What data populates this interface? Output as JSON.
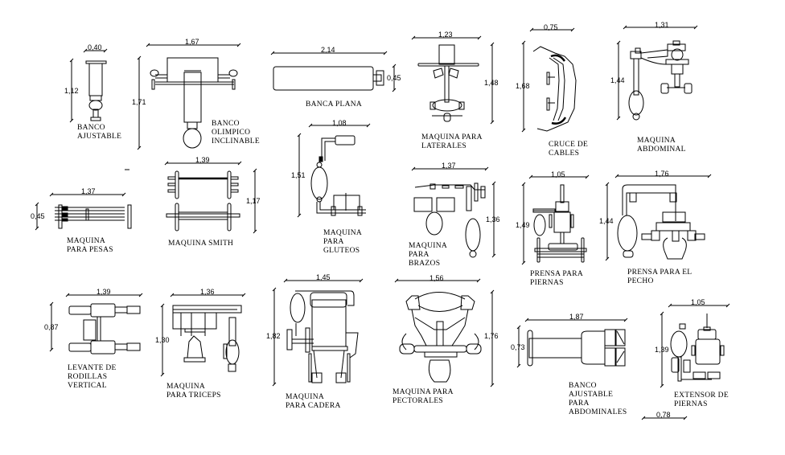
{
  "drawing": {
    "title": "Gym equipment plan blocks",
    "machines": [
      {
        "id": "banco-ajustable",
        "label": "BANCO\nAJUSTABLE",
        "width": "0,40",
        "height": "1,12"
      },
      {
        "id": "banco-olimpico",
        "label": "BANCO\nOLIMPICO\nINCLINABLE",
        "width": "1,67",
        "height": "1,71"
      },
      {
        "id": "banca-plana",
        "label": "BANCA PLANA",
        "width": "2,14",
        "height": "0,45"
      },
      {
        "id": "maquina-laterales",
        "label": "MAQUINA PARA\nLATERALES",
        "width": "1,23",
        "height": "1,48"
      },
      {
        "id": "cruce-cables",
        "label": "CRUCE DE\nCABLES",
        "width": "0,75",
        "height": "1,68"
      },
      {
        "id": "maquina-abdominal",
        "label": "MAQUINA\nABDOMINAL",
        "width": "1,31",
        "height": "1,44"
      },
      {
        "id": "maquina-pesas",
        "label": "MAQUINA\nPARA PESAS",
        "width": "1,37",
        "height": "0,45"
      },
      {
        "id": "maquina-smith",
        "label": "MAQUINA SMITH",
        "width": "1,39",
        "height": "1,17"
      },
      {
        "id": "maquina-gluteos",
        "label": "MAQUINA\nPARA\nGLUTEOS",
        "width": "1,08",
        "height": "1,51"
      },
      {
        "id": "maquina-brazos",
        "label": "MAQUINA\nPARA\nBRAZOS",
        "width": "1,37",
        "height": "1,36"
      },
      {
        "id": "prensa-piernas",
        "label": "PRENSA PARA\nPIERNAS",
        "width": "1,05",
        "height": "1,49"
      },
      {
        "id": "prensa-pecho",
        "label": "PRENSA PARA EL\nPECHO",
        "width": "1,76",
        "height": "1,44"
      },
      {
        "id": "levante-rodillas",
        "label": "LEVANTE DE\nRODILLAS\nVERTICAL",
        "width": "1,39",
        "height": "0,87"
      },
      {
        "id": "maquina-triceps",
        "label": "MAQUINA\nPARA TRICEPS",
        "width": "1,36",
        "height": "1,30"
      },
      {
        "id": "maquina-cadera",
        "label": "MAQUINA\nPARA CADERA",
        "width": "1,45",
        "height": "1,82"
      },
      {
        "id": "maquina-pectorales",
        "label": "MAQUINA PARA\nPECTORALES",
        "width": "1,56",
        "height": "1,76"
      },
      {
        "id": "banco-abdominales",
        "label": "BANCO\nAJUSTABLE\nPARA\nABDOMINALES",
        "width": "1,87",
        "height": "0,73"
      },
      {
        "id": "extensor-piernas",
        "label": "EXTENSOR DE\nPIERNAS",
        "width": "1,05",
        "height": "1,39",
        "extra": "0,78"
      }
    ]
  }
}
